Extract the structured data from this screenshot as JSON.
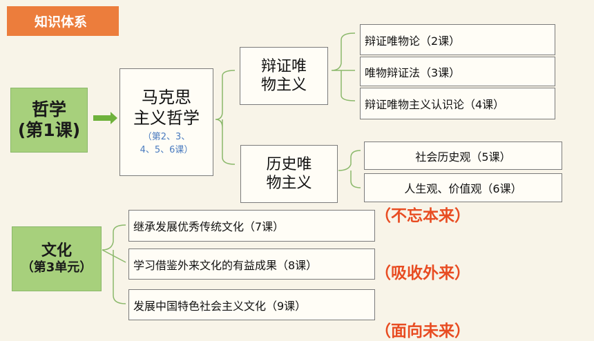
{
  "header": {
    "tag": "知识体系"
  },
  "philosophy": {
    "root_line1": "哲学",
    "root_line2": "(第1课)",
    "marx": {
      "line1": "马克思",
      "line2": "主义哲学",
      "lessons1": "（第2、3、",
      "lessons2": "4、5、6课）"
    },
    "dialectical": {
      "line1": "辩证唯",
      "line2": "物主义",
      "items": [
        "辩证唯物论（2课）",
        "唯物辩证法（3课）",
        "辩证唯物主义认识论（4课）"
      ]
    },
    "historical": {
      "line1": "历史唯",
      "line2": "物主义",
      "items": [
        "社会历史观（5课）",
        "人生观、价值观（6课）"
      ]
    }
  },
  "culture": {
    "root_line1": "文化",
    "root_line2": "（第3单元）",
    "items": [
      "继承发展优秀传统文化（7课）",
      "学习借鉴外来文化的有益成果（8课）",
      "发展中国特色社会主义文化（9课）"
    ],
    "notes": [
      "（不忘本来）",
      "（吸收外来）",
      "（面向未来）"
    ]
  },
  "colors": {
    "tag": "#ec7d3c",
    "root": "#a7d07c",
    "arrow": "#6fb23c",
    "note": "#e84c22"
  }
}
